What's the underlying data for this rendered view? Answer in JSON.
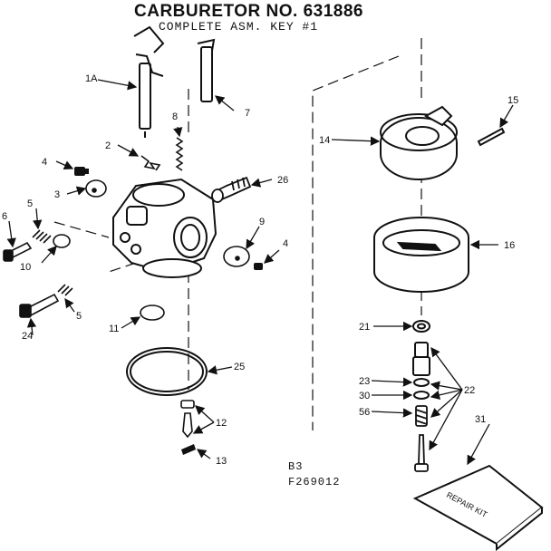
{
  "header": {
    "title": "CARBURETOR NO. 631886",
    "subtitle": "COMPLETE ASM. KEY #1"
  },
  "codes": {
    "line1": "B3",
    "line2": "F269012"
  },
  "callouts": [
    {
      "id": "1A",
      "label": "1A"
    },
    {
      "id": "2",
      "label": "2"
    },
    {
      "id": "3",
      "label": "3"
    },
    {
      "id": "4a",
      "label": "4"
    },
    {
      "id": "4b",
      "label": "4"
    },
    {
      "id": "5a",
      "label": "5"
    },
    {
      "id": "5b",
      "label": "5"
    },
    {
      "id": "6",
      "label": "6"
    },
    {
      "id": "7",
      "label": "7"
    },
    {
      "id": "8",
      "label": "8"
    },
    {
      "id": "9",
      "label": "9"
    },
    {
      "id": "10",
      "label": "10"
    },
    {
      "id": "11",
      "label": "11"
    },
    {
      "id": "12",
      "label": "12"
    },
    {
      "id": "13",
      "label": "13"
    },
    {
      "id": "14",
      "label": "14"
    },
    {
      "id": "15",
      "label": "15"
    },
    {
      "id": "16",
      "label": "16"
    },
    {
      "id": "21",
      "label": "21"
    },
    {
      "id": "22",
      "label": "22"
    },
    {
      "id": "23",
      "label": "23"
    },
    {
      "id": "24",
      "label": "24"
    },
    {
      "id": "25",
      "label": "25"
    },
    {
      "id": "26",
      "label": "26"
    },
    {
      "id": "30",
      "label": "30"
    },
    {
      "id": "31",
      "label": "31"
    },
    {
      "id": "56",
      "label": "56"
    }
  ],
  "repair_kit_label": "REPAIR KIT"
}
